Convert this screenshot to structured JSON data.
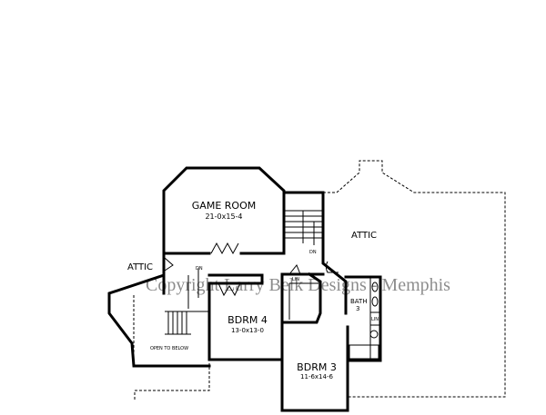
{
  "plan": {
    "watermark": "Copyright Larry Belk Designs - Memphis",
    "rooms": {
      "game_room": {
        "name": "GAME ROOM",
        "size": "21-0x15-4"
      },
      "bdrm4": {
        "name": "BDRM 4",
        "size": "13-0x13-0"
      },
      "bdrm3": {
        "name": "BDRM 3",
        "size": "11-6x14-6"
      },
      "bath3": {
        "name": "BATH",
        "number": "3"
      },
      "attic_left": "ATTIC",
      "attic_right": "ATTIC",
      "open_to_below": "OPEN TO BELOW"
    },
    "annotations": {
      "stair_dn_right": "DN",
      "stair_dn_left": "DN",
      "linen_hall": "LIN",
      "linen_bath": "LIN"
    }
  }
}
